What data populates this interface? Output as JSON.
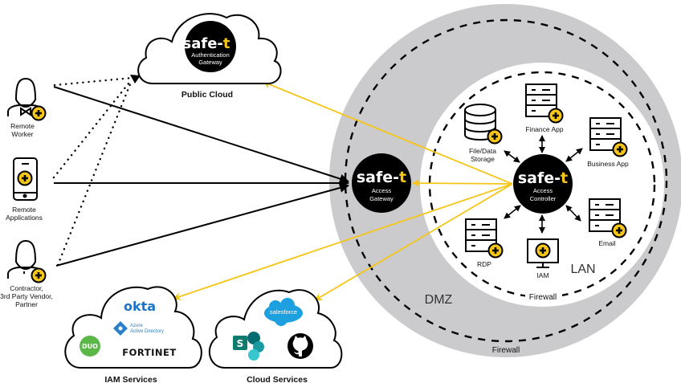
{
  "colors": {
    "accent": "#f5c518",
    "dark": "#000000",
    "dmz": "#cbcbcd",
    "lan": "#ffffff",
    "okta": "#1a73c9",
    "azure": "#2a7fc8",
    "duo": "#5bb848",
    "salesforce": "#1ca0e0",
    "sharepoint": "#0f7b6c"
  },
  "brand": {
    "logo_text": "safe-",
    "logo_t": "t"
  },
  "auth_gateway": {
    "line1": "Authentication",
    "line2": "Gateway",
    "cloud_label": "Public Cloud"
  },
  "access_gateway": {
    "line1": "Access",
    "line2": "Gateway"
  },
  "access_controller": {
    "line1": "Access",
    "line2": "Controller"
  },
  "users": [
    {
      "id": "remote-worker",
      "lines": [
        "Remote",
        "Worker"
      ],
      "icon": "user-tie-icon"
    },
    {
      "id": "remote-applications",
      "lines": [
        "Remote",
        "Applications"
      ],
      "icon": "smartphone-icon"
    },
    {
      "id": "contractor",
      "lines": [
        "Contractor,",
        "3rd Party Vendor,",
        "Partner"
      ],
      "icon": "user-icon"
    }
  ],
  "lan_resources": [
    {
      "id": "file-data-storage",
      "lines": [
        "File/Data",
        "Storage"
      ],
      "icon": "database-icon"
    },
    {
      "id": "finance-app",
      "lines": [
        "Finance App"
      ],
      "icon": "server-icon"
    },
    {
      "id": "business-app",
      "lines": [
        "Business App"
      ],
      "icon": "server-icon"
    },
    {
      "id": "email",
      "lines": [
        "Email"
      ],
      "icon": "server-icon"
    },
    {
      "id": "iam",
      "lines": [
        "IAM"
      ],
      "icon": "monitor-icon"
    },
    {
      "id": "rdp",
      "lines": [
        "RDP"
      ],
      "icon": "server-icon"
    }
  ],
  "zones": {
    "dmz_label": "DMZ",
    "lan_label": "LAN",
    "outer_firewall": "Firewall",
    "inner_firewall": "Firewall"
  },
  "iam_services": {
    "label": "IAM Services",
    "logos": [
      "okta",
      "Azure",
      "Active Directory",
      "DUO",
      "FORTINET"
    ]
  },
  "cloud_services": {
    "label": "Cloud Services",
    "logos": [
      "salesforce",
      "S",
      "GitHub"
    ]
  }
}
